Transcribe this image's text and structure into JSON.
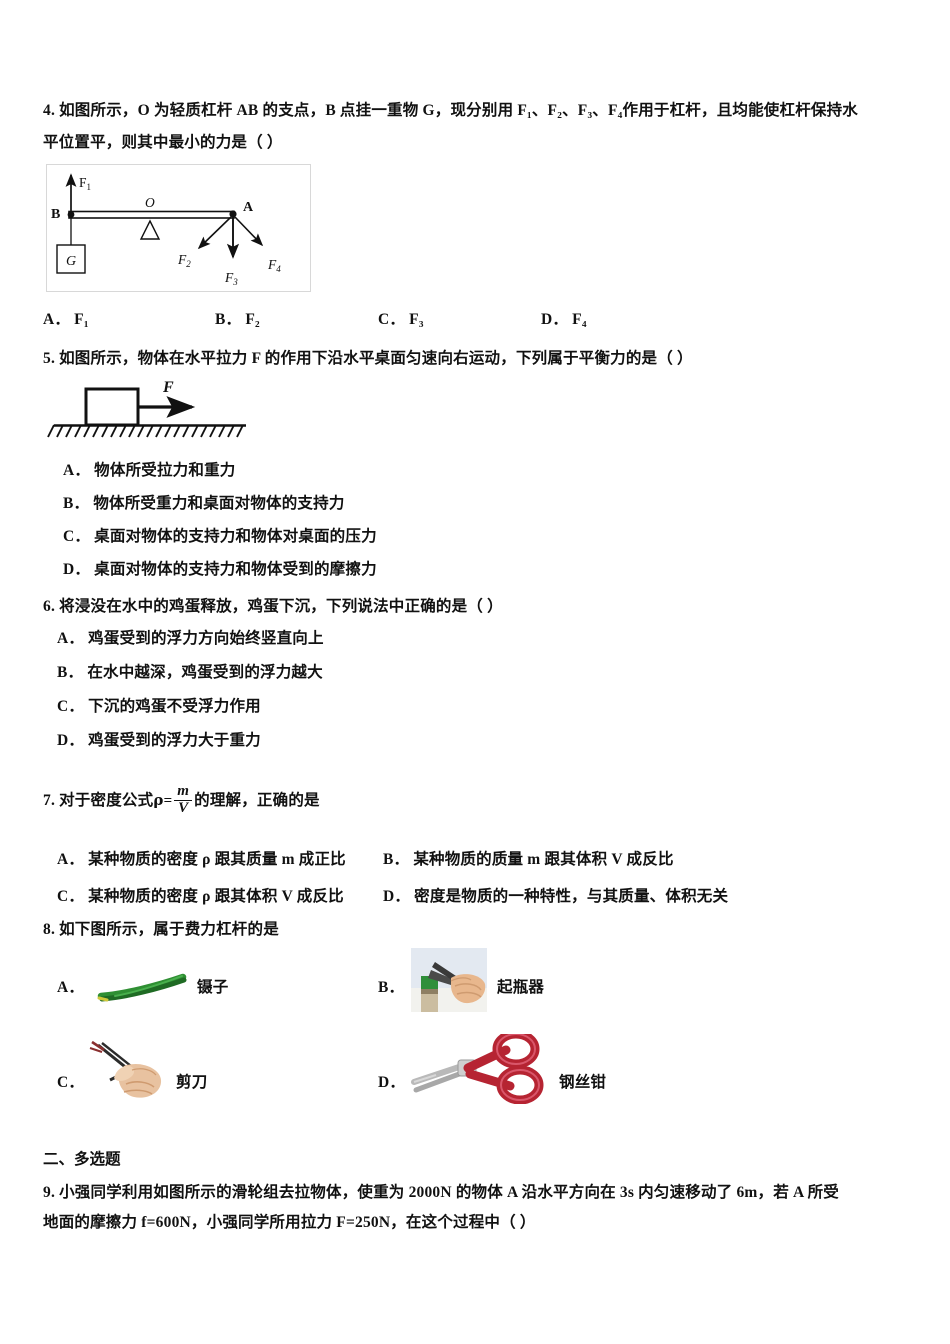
{
  "questions": [
    {
      "number": "4.",
      "stem_line1": "如图所示，O 为轻质杠杆 AB 的支点，B 点挂一重物 G，现分别用 F₁、F₂、F₃、F₄作用于杠杆，且均能使杠杆保持水",
      "stem_line2": "平位置平，则其中最小的力是（   ）",
      "options": [
        {
          "label": "A．",
          "text": "F₁"
        },
        {
          "label": "B．",
          "text": "F₂"
        },
        {
          "label": "C．",
          "text": "F₃"
        },
        {
          "label": "D．",
          "text": "F₄"
        }
      ],
      "figure": {
        "name": "lever-diagram",
        "labels": {
          "point_b": "B",
          "point_a": "A",
          "fulcrum": "O",
          "weight": "G",
          "force1": "F₁",
          "force2": "F₂",
          "force3": "F₃",
          "force4": "F₄"
        }
      }
    },
    {
      "number": "5.",
      "stem": "如图所示，物体在水平拉力 F 的作用下沿水平桌面匀速向右运动，下列属于平衡力的是（      ）",
      "figure": {
        "name": "block-on-table-diagram",
        "labels": {
          "force": "F"
        }
      },
      "options": [
        {
          "label": "A．",
          "text": "物体所受拉力和重力"
        },
        {
          "label": "B．",
          "text": "物体所受重力和桌面对物体的支持力"
        },
        {
          "label": "C．",
          "text": "桌面对物体的支持力和物体对桌面的压力"
        },
        {
          "label": "D．",
          "text": "桌面对物体的支持力和物体受到的摩擦力"
        }
      ]
    },
    {
      "number": "6.",
      "stem": "将浸没在水中的鸡蛋释放，鸡蛋下沉，下列说法中正确的是（      ）",
      "options": [
        {
          "label": "A．",
          "text": "鸡蛋受到的浮力方向始终竖直向上"
        },
        {
          "label": "B．",
          "text": "在水中越深，鸡蛋受到的浮力越大"
        },
        {
          "label": "C．",
          "text": "下沉的鸡蛋不受浮力作用"
        },
        {
          "label": "D．",
          "text": "鸡蛋受到的浮力大于重力"
        }
      ]
    },
    {
      "number": "7.",
      "stem_before": "对于密度公式",
      "formula": {
        "rho": "ρ",
        "equals": "=",
        "numerator": "m",
        "denominator": "V"
      },
      "stem_after": "的理解，正确的是",
      "options": [
        {
          "label": "A．",
          "text": "某种物质的密度 ρ 跟其质量 m 成正比"
        },
        {
          "label": "B．",
          "text": "某种物质的质量 m 跟其体积 V 成反比"
        },
        {
          "label": "C．",
          "text": "某种物质的密度 ρ 跟其体积 V 成反比"
        },
        {
          "label": "D．",
          "text": "密度是物质的一种特性，与其质量、体积无关"
        }
      ]
    },
    {
      "number": "8.",
      "stem": "如下图所示，属于费力杠杆的是",
      "options": [
        {
          "label": "A．",
          "text": "镊子",
          "picture": "tweezers-image"
        },
        {
          "label": "B．",
          "text": "起瓶器",
          "picture": "bottle-opener-image"
        },
        {
          "label": "C．",
          "text": "剪刀",
          "picture": "scissors-image"
        },
        {
          "label": "D．",
          "text": "钢丝钳",
          "picture": "pliers-image"
        }
      ]
    }
  ],
  "section": {
    "heading": "二、多选题",
    "question": {
      "number": "9.",
      "line1": "小强同学利用如图所示的滑轮组去拉物体，使重为 2000N 的物体 A 沿水平方向在 3s 内匀速移动了 6m，若 A 所受",
      "line2": "地面的摩擦力 f=600N，小强同学所用拉力 F=250N，在这个过程中（  ）"
    }
  },
  "colors": {
    "text": "#111111",
    "figure_border": "#d8d8d8",
    "tweezers_green": "#2f8f33",
    "pliers_red": "#b62432",
    "bottle_green": "#3f8f3f",
    "skin": "#e8b78d"
  }
}
